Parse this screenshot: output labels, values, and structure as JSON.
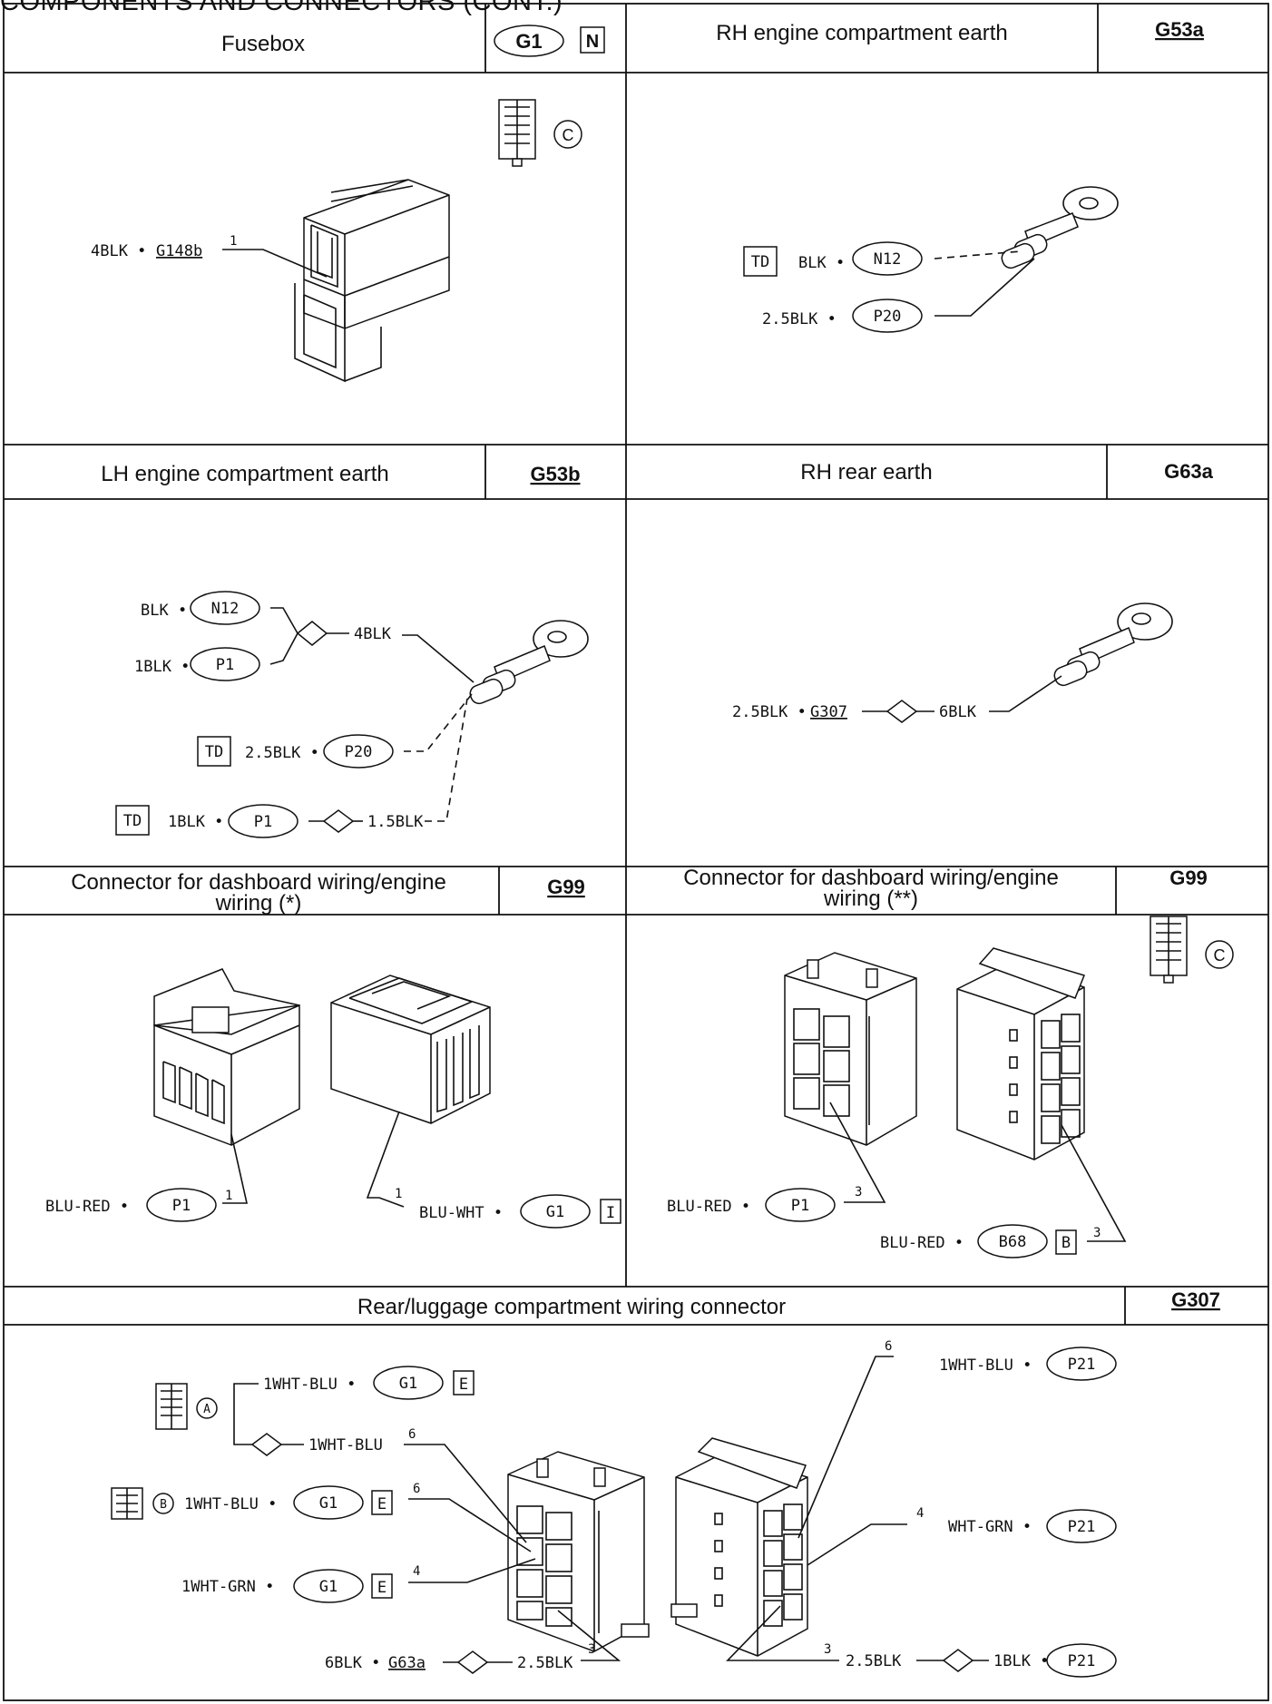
{
  "page_title": "COMPONENTS AND CONNECTORS (CONT.)",
  "panels": {
    "fusebox": {
      "title": "Fusebox",
      "code": "G1",
      "variant_badge": "N",
      "view_badge": "C",
      "wires": [
        {
          "label": "4BLK •",
          "ref": "G148b",
          "pin": "1"
        }
      ]
    },
    "rh_engine_earth": {
      "title": "RH engine compartment earth",
      "code": "G53a",
      "td_badge": "TD",
      "wires": [
        {
          "label": "BLK •",
          "ref": "N12"
        },
        {
          "label": "2.5BLK •",
          "ref": "P20"
        }
      ]
    },
    "lh_engine_earth": {
      "title": "LH engine compartment earth",
      "code": "G53b",
      "td_badge": "TD",
      "wires": [
        {
          "label": "BLK •",
          "ref": "N12"
        },
        {
          "label": "1BLK •",
          "ref": "P1"
        },
        {
          "label": "2.5BLK •",
          "ref": "P20"
        },
        {
          "label": "1BLK •",
          "ref": "P1"
        }
      ],
      "splice_out": "4BLK",
      "splice_out2": "1.5BLK"
    },
    "rh_rear_earth": {
      "title": "RH rear earth",
      "code": "G63a",
      "wire_in_label": "2.5BLK •",
      "wire_in_ref": "G307",
      "wire_out": "6BLK"
    },
    "g99_a": {
      "title_line1": "Connector for dashboard wiring/engine",
      "title_line2": "wiring (*)",
      "code": "G99",
      "wires": [
        {
          "label": "BLU-RED •",
          "ref": "P1",
          "pin": "1"
        },
        {
          "label": "BLU-WHT •",
          "ref": "G1",
          "badge": "I",
          "pin": "1"
        }
      ]
    },
    "g99_b": {
      "title_line1": "Connector for dashboard wiring/engine",
      "title_line2": "wiring (**)",
      "code": "G99",
      "view_badge": "C",
      "wires": [
        {
          "label": "BLU-RED •",
          "ref": "P1",
          "pin": "3"
        },
        {
          "label": "BLU-RED •",
          "ref": "B68",
          "badge": "B",
          "pin": "3"
        }
      ]
    },
    "g307": {
      "title": "Rear/luggage compartment wiring connector",
      "code": "G307",
      "view_badge_a": "A",
      "view_badge_b": "B",
      "left_wires": [
        {
          "label": "1WHT-BLU •",
          "ref": "G1",
          "badge": "E"
        },
        {
          "label": "1WHT-BLU",
          "pin": "6"
        },
        {
          "label": "1WHT-BLU •",
          "ref": "G1",
          "badge": "E",
          "pin": "6"
        },
        {
          "label": "1WHT-GRN •",
          "ref": "G1",
          "badge": "E",
          "pin": "4"
        },
        {
          "label": "6BLK •",
          "ref": "G63a",
          "out": "2.5BLK",
          "pin": "3"
        }
      ],
      "right_wires": [
        {
          "label": "1WHT-BLU •",
          "ref": "P21",
          "pin": "6"
        },
        {
          "label": "WHT-GRN •",
          "ref": "P21",
          "pin": "4"
        },
        {
          "label": "2.5BLK",
          "out": "1BLK •",
          "ref": "P21",
          "pin": "3"
        }
      ]
    }
  }
}
